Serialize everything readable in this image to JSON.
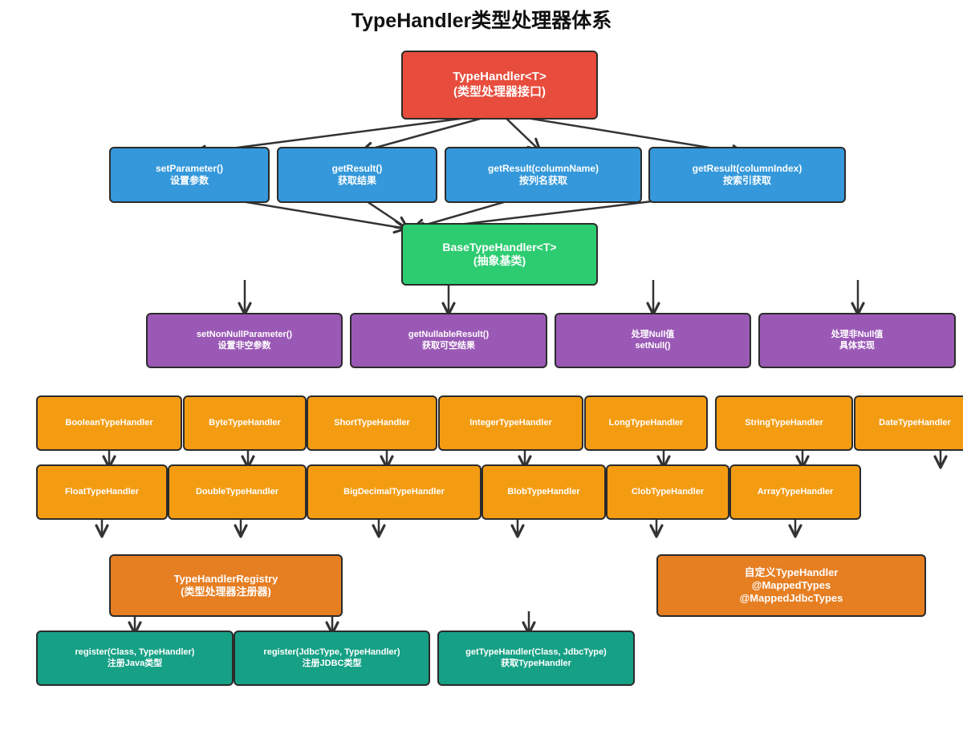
{
  "title": "TypeHandler类型处理器体系",
  "colors": {
    "root": "#e74c3c",
    "methods": "#3498db",
    "base": "#2ecc71",
    "base_methods": "#9b59b6",
    "handlers": "#f39c12",
    "registry": "#e67e22",
    "register_methods": "#16a085",
    "edge": "#333333"
  },
  "nodes": {
    "root": {
      "line1": "TypeHandler<T>",
      "line2": "(类型处理器接口)"
    },
    "set_parameter": {
      "line1": "setParameter()",
      "line2": "设置参数"
    },
    "get_result": {
      "line1": "getResult()",
      "line2": "获取结果"
    },
    "get_result_column_name": {
      "line1": "getResult(columnName)",
      "line2": "按列名获取"
    },
    "get_result_column_index": {
      "line1": "getResult(columnIndex)",
      "line2": "按索引获取"
    },
    "base": {
      "line1": "BaseTypeHandler<T>",
      "line2": "(抽象基类)"
    },
    "set_non_null_parameter": {
      "line1": "setNonNullParameter()",
      "line2": "设置非空参数"
    },
    "get_nullable_result": {
      "line1": "getNullableResult()",
      "line2": "获取可空结果"
    },
    "handle_null": {
      "line1": "处理Null值",
      "line2": "setNull()"
    },
    "handle_non_null": {
      "line1": "处理非Null值",
      "line2": "具体实现"
    },
    "boolean": {
      "line1": "BooleanTypeHandler"
    },
    "byte": {
      "line1": "ByteTypeHandler"
    },
    "short": {
      "line1": "ShortTypeHandler"
    },
    "integer": {
      "line1": "IntegerTypeHandler"
    },
    "long": {
      "line1": "LongTypeHandler"
    },
    "string": {
      "line1": "StringTypeHandler"
    },
    "date": {
      "line1": "DateTypeHandler"
    },
    "float": {
      "line1": "FloatTypeHandler"
    },
    "double": {
      "line1": "DoubleTypeHandler"
    },
    "bigdecimal": {
      "line1": "BigDecimalTypeHandler"
    },
    "blob": {
      "line1": "BlobTypeHandler"
    },
    "clob": {
      "line1": "ClobTypeHandler"
    },
    "array": {
      "line1": "ArrayTypeHandler"
    },
    "registry": {
      "line1": "TypeHandlerRegistry",
      "line2": "(类型处理器注册器)"
    },
    "custom": {
      "line1": "自定义TypeHandler",
      "line2": "@MappedTypes",
      "line3": "@MappedJdbcTypes"
    },
    "register_class": {
      "line1": "register(Class, TypeHandler)",
      "line2": "注册Java类型"
    },
    "register_jdbc": {
      "line1": "register(JdbcType, TypeHandler)",
      "line2": "注册JDBC类型"
    },
    "get_type_handler": {
      "line1": "getTypeHandler(Class, JdbcType)",
      "line2": "获取TypeHandler"
    }
  }
}
